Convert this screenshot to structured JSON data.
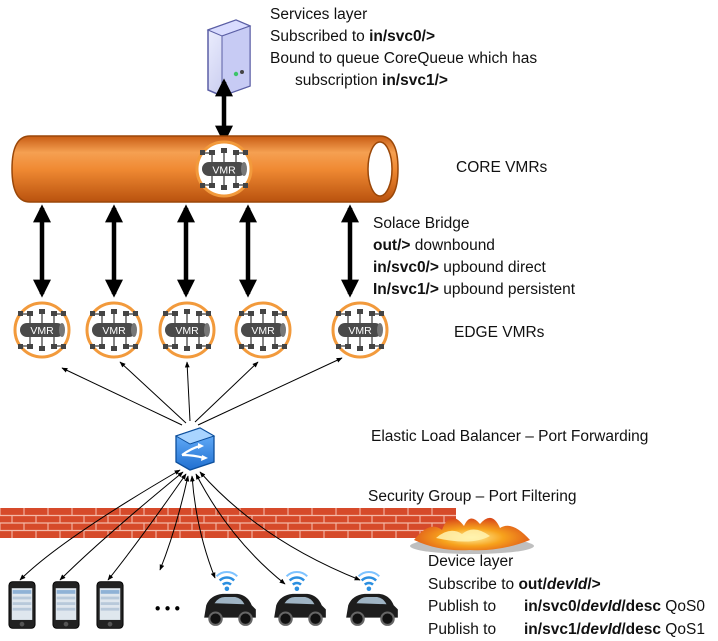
{
  "services": {
    "title": "Services layer",
    "line1_prefix": "Subscribed to ",
    "line1_topic": "in/svc0/>",
    "line2": "Bound to queue CoreQueue which has",
    "line3_prefix": "subscription ",
    "line3_topic": "in/svc1/>"
  },
  "core": {
    "label": "CORE VMRs",
    "vmr_label": "VMR"
  },
  "bridge": {
    "title": "Solace Bridge",
    "rows": [
      {
        "topic": "out/>",
        "desc": " downbound"
      },
      {
        "topic": "in/svc0/>",
        "desc": " upbound direct"
      },
      {
        "topic": "In/svc1/>",
        "desc": " upbound persistent"
      }
    ]
  },
  "edge": {
    "label": "EDGE VMRs",
    "vmr_label": "VMR",
    "count": 5
  },
  "elb": {
    "label": "Elastic Load Balancer – Port Forwarding"
  },
  "security": {
    "label": "Security Group – Port Filtering"
  },
  "devices": {
    "title": "Device layer",
    "subscribe_prefix": "Subscribe to ",
    "subscribe_topic_a": "out/",
    "subscribe_topic_b": "devId",
    "subscribe_topic_c": "/>",
    "publish_rows": [
      {
        "prefix": "Publish to",
        "a": "in/svc0/",
        "b": "devId",
        "c": "/desc",
        "qos": " QoS0"
      },
      {
        "prefix": "Publish to",
        "a": "in/svc1/",
        "b": "devId",
        "c": "/desc",
        "qos": " QoS1"
      }
    ],
    "ellipsis": "•••",
    "phones": 3,
    "cars": 3
  },
  "colors": {
    "pipe_orange": "#f08a33",
    "pipe_dark": "#c65d12",
    "vmr_ring": "#f29a3c",
    "brick": "#d64a2a",
    "fire": "#f7a21c"
  }
}
